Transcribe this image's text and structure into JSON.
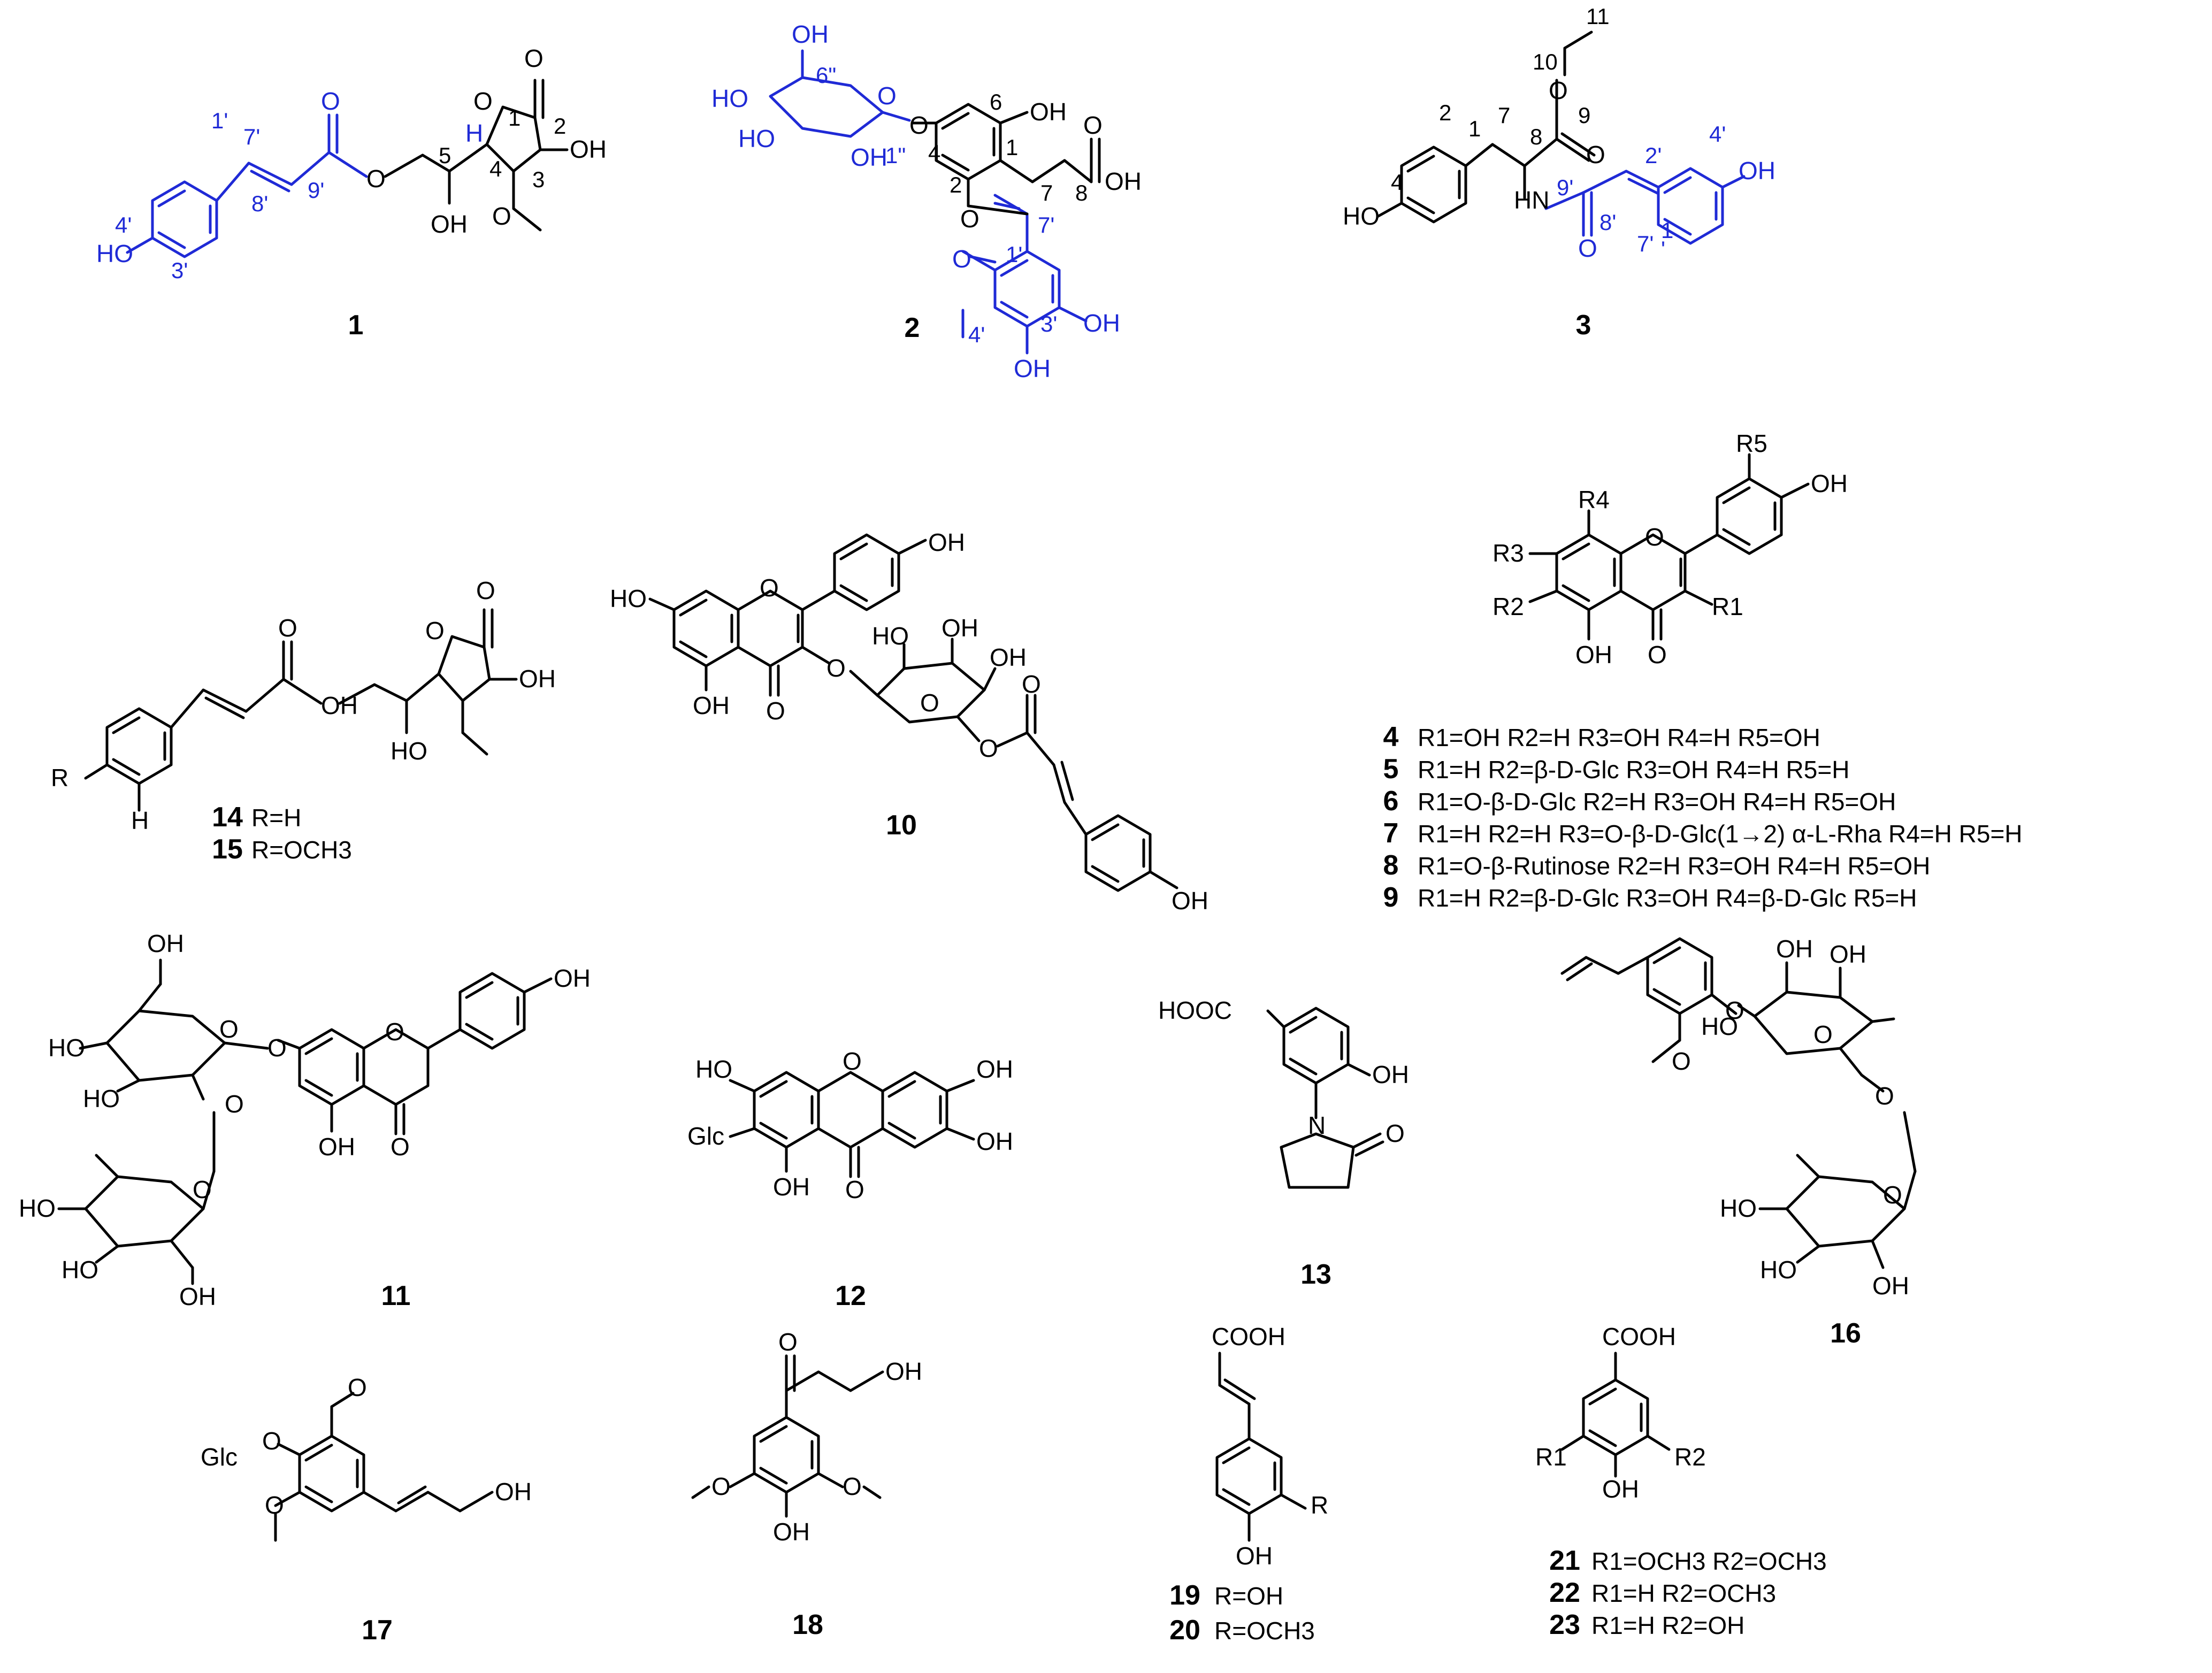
{
  "colors": {
    "structure": "#000000",
    "highlight": "#1f2ad6"
  },
  "compounds": [
    {
      "id": "1"
    },
    {
      "id": "2"
    },
    {
      "id": "3"
    },
    {
      "id": "10"
    },
    {
      "id": "11"
    },
    {
      "id": "12"
    },
    {
      "id": "13"
    },
    {
      "id": "16"
    },
    {
      "id": "17"
    },
    {
      "id": "18"
    }
  ],
  "c1": {
    "atoms": [
      "O",
      "O",
      "O",
      "O",
      "OH",
      "OH",
      "HO",
      "O",
      "H"
    ],
    "nums": [
      "1",
      "2",
      "3",
      "4",
      "5",
      "1'",
      "7'",
      "8'",
      "9'",
      "4'",
      "3'"
    ]
  },
  "c2": {
    "atoms": [
      "OH",
      "HO",
      "HO",
      "OH",
      "O",
      "O",
      "OH",
      "O",
      "OH",
      "O",
      "O",
      "OH",
      "OH"
    ],
    "nums": [
      "6\"",
      "1\"",
      "4",
      "6",
      "1",
      "2",
      "7",
      "8",
      "7'",
      "1'",
      "4'",
      "3'"
    ]
  },
  "c3": {
    "atoms": [
      "O",
      "O",
      "OH",
      "HO",
      "HN",
      "O"
    ],
    "nums": [
      "11",
      "10",
      "9",
      "8",
      "7",
      "1",
      "2",
      "4",
      "9'",
      "8'",
      "7'",
      "2'",
      "4'",
      "1",
      "'"
    ]
  },
  "c1415": {
    "atoms": [
      "O",
      "O",
      "O",
      "OH",
      "OH",
      "HO",
      "R",
      "H"
    ],
    "labels": [
      {
        "n": "14",
        "t": "R=H"
      },
      {
        "n": "15",
        "t": "R=OCH3"
      }
    ]
  },
  "c10": {
    "atoms": [
      "OH",
      "HO",
      "O",
      "O",
      "OH",
      "O",
      "HO",
      "OH",
      "OH",
      "O",
      "O",
      "O",
      "OH"
    ]
  },
  "flav": {
    "atoms": [
      "R5",
      "OH",
      "R4",
      "R3",
      "O",
      "R2",
      "OH",
      "O",
      "R1"
    ],
    "rows": [
      {
        "n": "4",
        "t": "R1=OH    R2=H    R3=OH    R4=H    R5=OH"
      },
      {
        "n": "5",
        "t": "R1=H    R2=β-D-Glc    R3=OH    R4=H  R5=H"
      },
      {
        "n": "6",
        "t": "R1=O-β-D-Glc    R2=H    R3=OH    R4=H    R5=OH"
      },
      {
        "n": "7",
        "t": "R1=H    R2=H    R3=O-β-D-Glc(1→2) α-L-Rha    R4=H    R5=H"
      },
      {
        "n": "8",
        "t": "R1=O-β-Rutinose    R2=H    R3=OH    R4=H    R5=OH"
      },
      {
        "n": "9",
        "t": "R1=H    R2=β-D-Glc    R3=OH    R4=β-D-Glc    R5=H"
      }
    ]
  },
  "c11": {
    "atoms": [
      "OH",
      "O",
      "HO",
      "HO",
      "O",
      "O",
      "O",
      "HO",
      "HO",
      "OH",
      "O",
      "OH",
      "OH",
      "O"
    ]
  },
  "c12": {
    "atoms": [
      "HO",
      "O",
      "OH",
      "Glc",
      "OH",
      "OH",
      "O"
    ]
  },
  "c13": {
    "atoms": [
      "HOOC",
      "OH",
      "N",
      "O"
    ]
  },
  "c16": {
    "atoms": [
      "O",
      "O",
      "HO",
      "OH",
      "OH",
      "O",
      "O",
      "HO",
      "HO",
      "OH",
      "O"
    ]
  },
  "c17": {
    "atoms": [
      "Glc",
      "O",
      "O",
      "O",
      "OH"
    ]
  },
  "c18": {
    "atoms": [
      "O",
      "OH",
      "O",
      "O",
      "OH"
    ]
  },
  "c1920": {
    "atoms": [
      "COOH",
      "R",
      "OH"
    ],
    "labels": [
      {
        "n": "19",
        "t": "R=OH"
      },
      {
        "n": "20",
        "t": "R=OCH3"
      }
    ]
  },
  "c2123": {
    "atoms": [
      "COOH",
      "R1",
      "R2",
      "OH"
    ],
    "labels": [
      {
        "n": "21",
        "t": "R1=OCH3  R2=OCH3"
      },
      {
        "n": "22",
        "t": "R1=H  R2=OCH3"
      },
      {
        "n": "23",
        "t": "R1=H    R2=OH"
      }
    ]
  }
}
